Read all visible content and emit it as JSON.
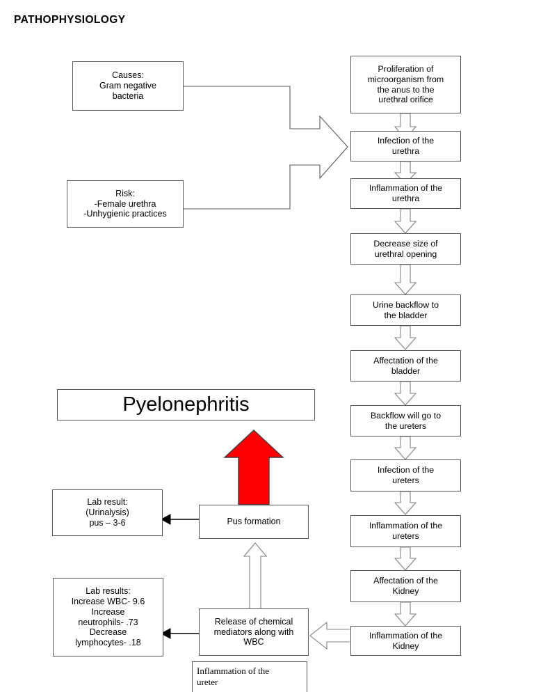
{
  "page": {
    "title": "PATHOPHYSIOLOGY"
  },
  "colors": {
    "box_border": "#595959",
    "arrow_outline": "#808080",
    "arrow_fill": "#ffffff",
    "highlight_arrow": "#ff0000",
    "highlight_arrow_outline": "#404040",
    "solid_arrow": "#000000",
    "text": "#000000",
    "background": "#ffffff"
  },
  "nodes": {
    "causes": "Causes:\nGram negative\nbacteria",
    "risk": "Risk:\n-Female urethra\n-Unhygienic practices",
    "proliferation": "Proliferation of\nmicroorganism from\nthe anus to the\nurethral orifice",
    "infection_urethra": "Infection of the\nurethra",
    "inflammation_urethra": "Inflammation of the\nurethra",
    "decrease_size": "Decrease size of\nurethral opening",
    "urine_backflow": "Urine backflow to\nthe bladder",
    "affectation_bladder": "Affectation of the\nbladder",
    "backflow_ureters": "Backflow will go to\nthe ureters",
    "infection_ureters": "Infection of the\nureters",
    "inflammation_ureters": "Inflammation of the\nureters",
    "affectation_kidney": "Affectation of the\nKidney",
    "inflammation_kidney": "Inflammation of the\nKidney",
    "pyelonephritis": "Pyelonephritis",
    "pus_formation": "Pus formation",
    "lab_result_urinalysis": "Lab result:\n(Urinalysis)\npus – 3-6",
    "release_mediators": "Release of chemical\nmediators along with\nWBC",
    "lab_results_blood": "Lab results:\nIncrease WBC- 9.6\nIncrease\nneutrophils- .73\nDecrease\nlymphocytes- .18",
    "inflammation_ureter_note": "Inflammation of the\nureter"
  }
}
